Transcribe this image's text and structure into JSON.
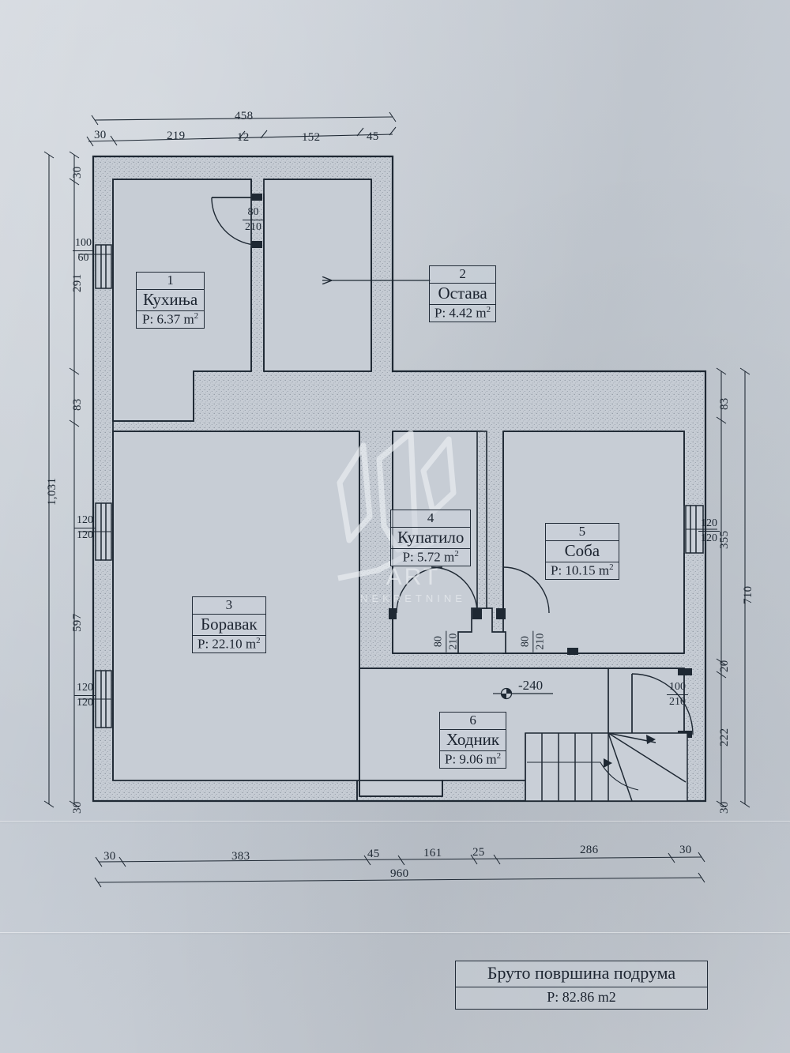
{
  "document": {
    "type": "architectural-floor-plan",
    "language": "sr-Cyrl"
  },
  "title_block": {
    "name": "Бруто површина подрума",
    "area": "P: 82.86 m",
    "area_sup": "2"
  },
  "rooms": [
    {
      "num": "1",
      "name": "Кухиња",
      "area": "P: 6.37 m",
      "sup": "2"
    },
    {
      "num": "2",
      "name": "Остава",
      "area": "P: 4.42 m",
      "sup": "2"
    },
    {
      "num": "3",
      "name": "Боравак",
      "area": "P: 22.10 m",
      "sup": "2"
    },
    {
      "num": "4",
      "name": "Купатило",
      "area": "P: 5.72 m",
      "sup": "2"
    },
    {
      "num": "5",
      "name": "Соба",
      "area": "P: 10.15 m",
      "sup": "2"
    },
    {
      "num": "6",
      "name": "Ходник",
      "area": "P: 9.06 m",
      "sup": "2"
    }
  ],
  "dimensions": {
    "top_overall": "458",
    "top_chain": [
      "30",
      "219",
      "12",
      "152",
      "45"
    ],
    "bottom_overall": "960",
    "bottom_chain": [
      "30",
      "383",
      "45",
      "161",
      "25",
      "286",
      "30"
    ],
    "left_overall": "1,031",
    "left_chain": [
      "30",
      "291",
      "83",
      "597",
      "30"
    ],
    "right_overall": "710",
    "right_chain": [
      "83",
      "355",
      "20",
      "222",
      "30"
    ]
  },
  "openings": [
    {
      "id": "door-kitchen",
      "width": "80",
      "height": "210"
    },
    {
      "id": "window-left-1",
      "width": "100",
      "height": "60"
    },
    {
      "id": "window-left-2",
      "width": "120",
      "height": "120"
    },
    {
      "id": "window-left-3",
      "width": "120",
      "height": "120"
    },
    {
      "id": "door-bathroom",
      "width": "80",
      "height": "210"
    },
    {
      "id": "door-room5",
      "width": "80",
      "height": "210"
    },
    {
      "id": "window-right",
      "width": "120",
      "height": "120"
    },
    {
      "id": "door-entry",
      "width": "100",
      "height": "210"
    }
  ],
  "level_marker": "-240",
  "watermark": {
    "brand": "ART",
    "subtitle": "NEKRETNINE"
  }
}
